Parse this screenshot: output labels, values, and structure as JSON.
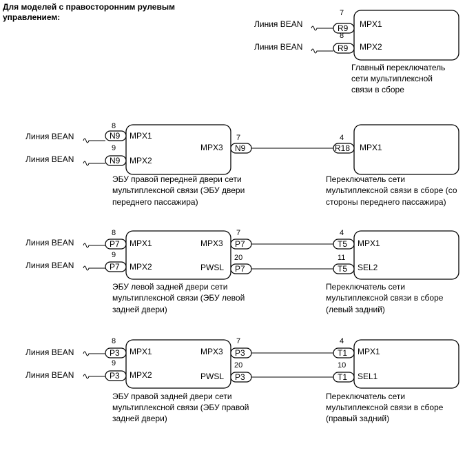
{
  "heading": [
    "Для моделей с правосторонним рулевым",
    "управлением:"
  ],
  "wire_label": "Линия BEAN",
  "groups": [
    {
      "right": {
        "connector": "R9",
        "pins": [
          {
            "pin": "7",
            "signal": "MPX1"
          },
          {
            "pin": "8",
            "signal": "MPX2"
          }
        ],
        "caption": [
          "Главный переключатель",
          "сети мультиплексной",
          "связи в сборе"
        ]
      }
    },
    {
      "left": {
        "connector": "N9",
        "in_pins": [
          {
            "pin": "8",
            "signal": "MPX1"
          },
          {
            "pin": "9",
            "signal": "MPX2"
          }
        ],
        "out_pins": [
          {
            "pin": "7",
            "signal": "MPX3"
          }
        ],
        "caption": [
          "ЭБУ правой передней двери сети",
          "мультиплексной связи (ЭБУ двери",
          "переднего пассажира)"
        ]
      },
      "right": {
        "connector": "R18",
        "pins": [
          {
            "pin": "4",
            "signal": "MPX1"
          }
        ],
        "caption": [
          "Переключатель сети",
          "мультиплексной связи в сборе (со",
          "стороны переднего пассажира)"
        ]
      }
    },
    {
      "left": {
        "connector": "P7",
        "in_pins": [
          {
            "pin": "8",
            "signal": "MPX1"
          },
          {
            "pin": "9",
            "signal": "MPX2"
          }
        ],
        "out_pins": [
          {
            "pin": "7",
            "signal": "MPX3"
          },
          {
            "pin": "20",
            "signal": "PWSL"
          }
        ],
        "caption": [
          "ЭБУ левой задней двери сети",
          "мультиплексной связи (ЭБУ левой",
          "задней двери)"
        ]
      },
      "right": {
        "connector": "T5",
        "pins": [
          {
            "pin": "4",
            "signal": "MPX1"
          },
          {
            "pin": "11",
            "signal": "SEL2"
          }
        ],
        "caption": [
          "Переключатель сети",
          "мультиплексной связи в сборе",
          "(левый задний)"
        ]
      }
    },
    {
      "left": {
        "connector": "P3",
        "in_pins": [
          {
            "pin": "8",
            "signal": "MPX1"
          },
          {
            "pin": "9",
            "signal": "MPX2"
          }
        ],
        "out_pins": [
          {
            "pin": "7",
            "signal": "MPX3"
          },
          {
            "pin": "20",
            "signal": "PWSL"
          }
        ],
        "caption": [
          "ЭБУ правой задней двери сети",
          "мультиплексной связи (ЭБУ правой",
          "задней двери)"
        ]
      },
      "right": {
        "connector": "T1",
        "pins": [
          {
            "pin": "4",
            "signal": "MPX1"
          },
          {
            "pin": "10",
            "signal": "SEL1"
          }
        ],
        "caption": [
          "Переключатель сети",
          "мультиплексной связи в сборе",
          "(правый задний)"
        ]
      }
    }
  ]
}
